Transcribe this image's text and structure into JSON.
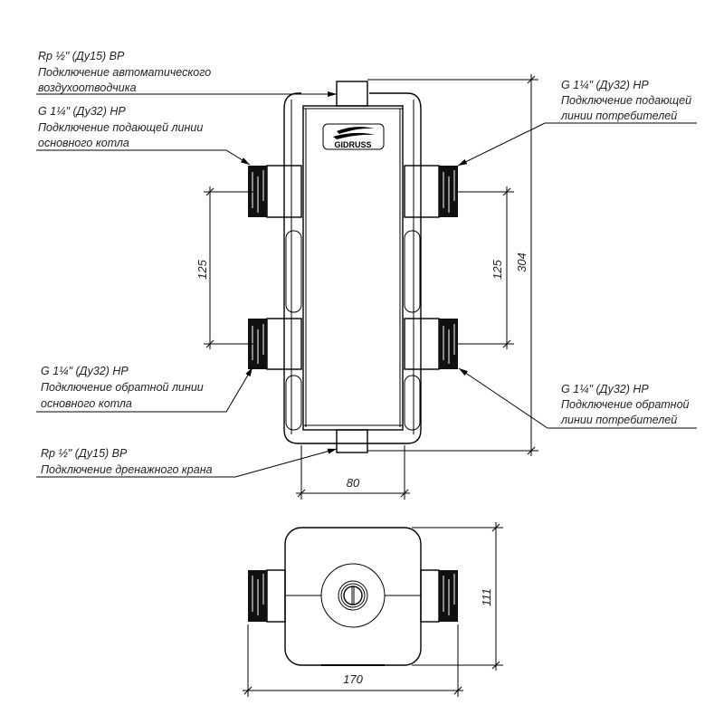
{
  "logo_text": "GIDRUSS",
  "labels": {
    "air_vent": {
      "spec": "Rp ½\" (Ду15) ВР",
      "line1": "Подключение автоматического",
      "line2": "воздухоотводчика"
    },
    "boiler_supply": {
      "spec": "G 1¼\" (Ду32) НР",
      "line1": "Подключение подающей линии",
      "line2": "основного котла"
    },
    "consumer_supply": {
      "spec": "G 1¼\" (Ду32) НР",
      "line1": "Подключение подающей",
      "line2": "линии потребителей"
    },
    "boiler_return": {
      "spec": "G 1¼\" (Ду32) НР",
      "line1": "Подключение обратной линии",
      "line2": "основного котла"
    },
    "consumer_return": {
      "spec": "G 1¼\" (Ду32) НР",
      "line1": "Подключение обратной",
      "line2": "линии потребителей"
    },
    "drain": {
      "spec": "Rp ½\" (Ду15) ВР",
      "line1": "Подключение дренажного крана"
    }
  },
  "dimensions": {
    "left_spacing": "125",
    "right_spacing": "125",
    "height": "304",
    "body_width": "80",
    "top_view_depth": "111",
    "top_view_width": "170"
  }
}
